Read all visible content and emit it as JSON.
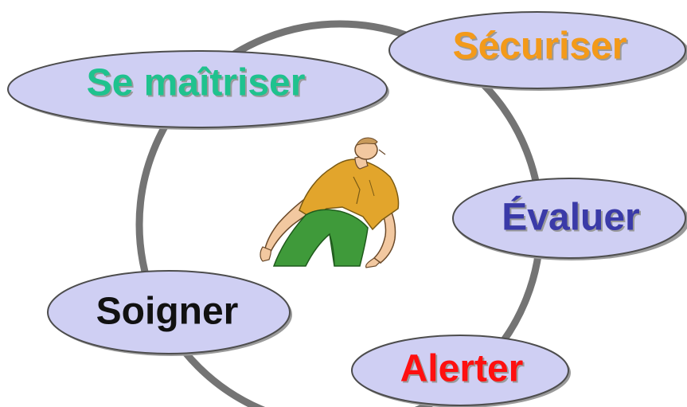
{
  "diagram": {
    "steps": [
      {
        "key": "se-maitriser",
        "label": "Se maîtriser",
        "color": "#1fc28e"
      },
      {
        "key": "securiser",
        "label": "Sécuriser",
        "color": "#f39a1a"
      },
      {
        "key": "evaluer",
        "label": "Évaluer",
        "color": "#3a3aa8"
      },
      {
        "key": "alerter",
        "label": "Alerter",
        "color": "#ff1010"
      },
      {
        "key": "soigner",
        "label": "Soigner",
        "color": "#111111"
      }
    ],
    "center_image": "injured-person-lying",
    "colors": {
      "ellipse_fill": "#cfcff3",
      "ellipse_stroke": "#4d4d4d",
      "ring_stroke": "#747474",
      "shadow": "#9a9a9a"
    }
  }
}
